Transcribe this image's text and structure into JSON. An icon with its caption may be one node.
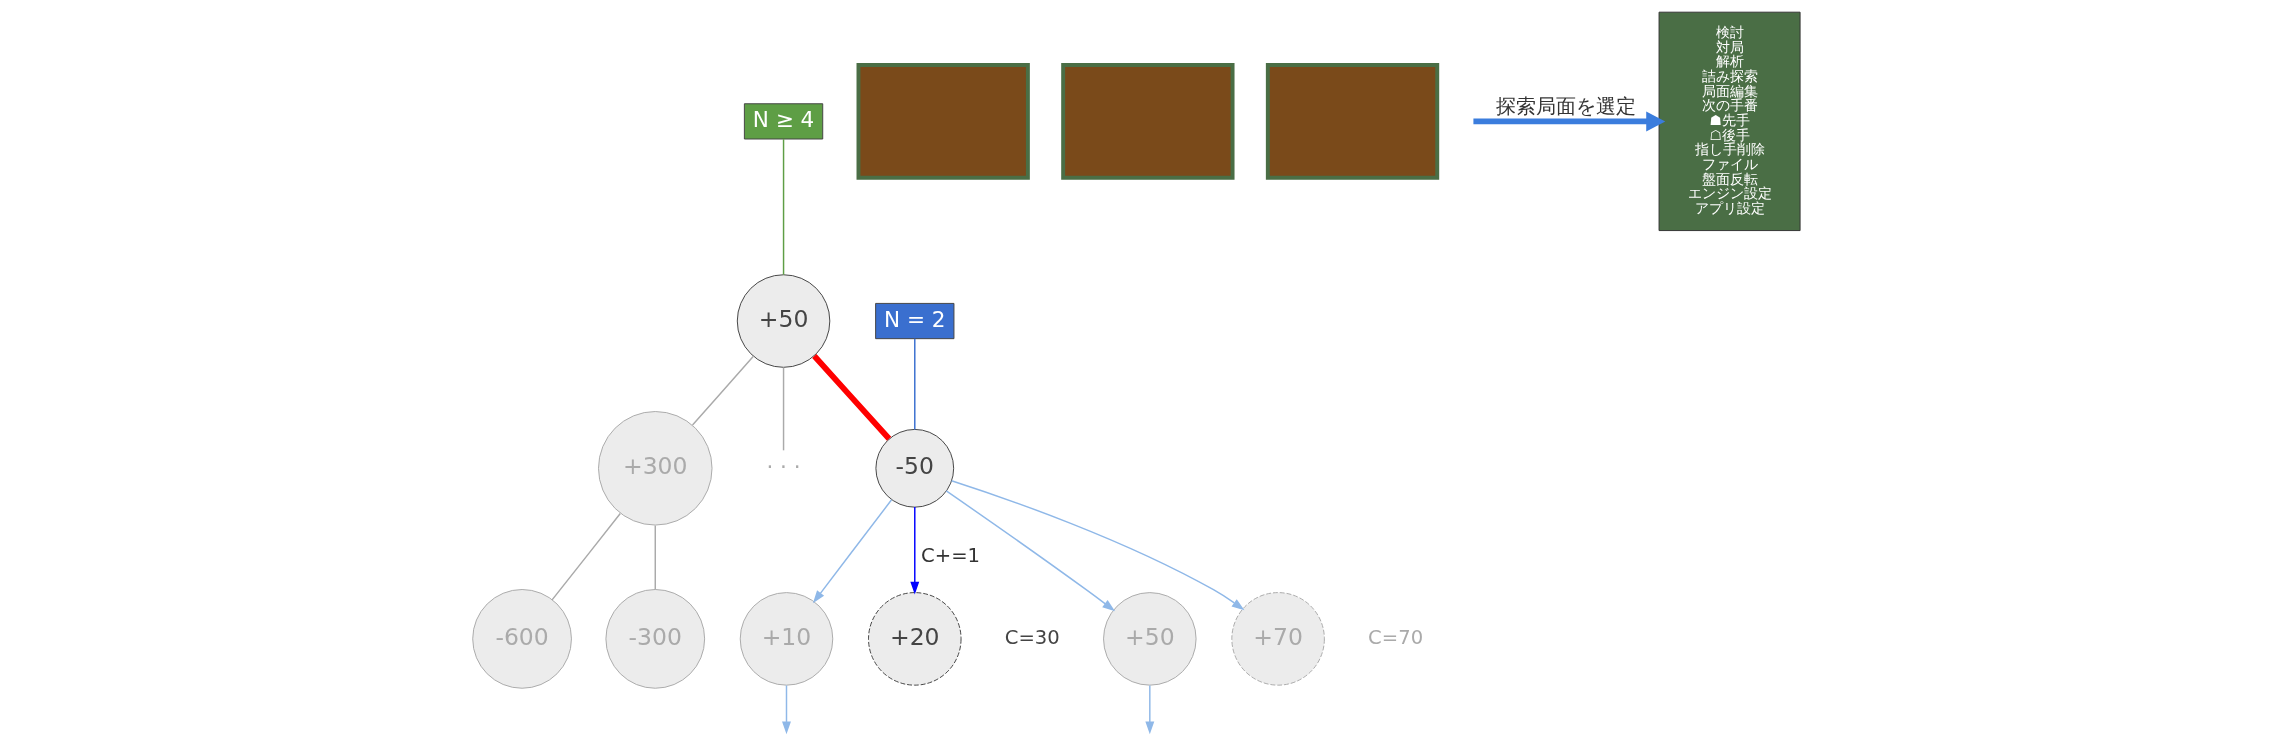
{
  "diagram": {
    "nodes": [
      {
        "text": [
          "N ≥ 4"
        ]
      },
      {
        "text": [
          "N = 2"
        ]
      },
      {
        "text": [
          "+50"
        ]
      },
      {
        "text": [
          "-50"
        ]
      },
      {
        "text": [
          "+300"
        ]
      },
      {
        "text": [
          "· · ·"
        ]
      },
      {
        "text": [
          "-600"
        ]
      },
      {
        "text": [
          "-300"
        ]
      },
      {
        "text": [
          "+10"
        ]
      },
      {
        "text": [
          "+20"
        ],
        "beside": [
          "C=30"
        ]
      },
      {
        "text": [
          "+50"
        ]
      },
      {
        "text": [
          "+70"
        ],
        "beside": [
          "C=70"
        ]
      },
      {
        "text": [],
        "shape": "box"
      },
      {
        "text": [],
        "shape": "box"
      },
      {
        "text": [],
        "shape": "box"
      },
      {
        "text": [
          "検討",
          "対局",
          "解析",
          "詰み探索",
          "局面編集",
          "次の手番",
          "☗先手",
          "☖後手",
          "指し手削除",
          "ファイル",
          "盤面反転",
          "エンジン設定",
          "アプリ設定"
        ]
      }
    ],
    "edges": [
      {
        "from": 0,
        "to": 2,
        "arrow": "none",
        "color": "#5e9e45"
      },
      {
        "from": 1,
        "to": 3,
        "arrow": "none",
        "color": "#3a6fcf"
      },
      {
        "from": 2,
        "to": 4,
        "arrow": "none"
      },
      {
        "from": 2,
        "to": 5,
        "arrow": "none"
      },
      {
        "from": 2,
        "to": 3,
        "arrow": "none",
        "style": "thick",
        "color": "#ff0000"
      },
      {
        "from": 4,
        "to": 6,
        "arrow": "none"
      },
      {
        "from": 4,
        "to": 7,
        "arrow": "none"
      },
      {
        "from": 3,
        "to": 8,
        "arrow": "to",
        "color": "#8fb8e8"
      },
      {
        "from": 3,
        "to": 9,
        "arrow": "to",
        "label": "C+=1",
        "color": "#0000ff"
      },
      {
        "from": 3,
        "to": 10,
        "arrow": "to",
        "color": "#8fb8e8"
      },
      {
        "from": 3,
        "to": 11,
        "arrow": "to",
        "color": "#8fb8e8"
      },
      {
        "from": 8,
        "to": null,
        "arrow": "to",
        "color": "#8fb8e8"
      },
      {
        "from": 10,
        "to": null,
        "arrow": "to",
        "color": "#8fb8e8"
      },
      {
        "from": null,
        "to": 15,
        "arrow": "to",
        "label": "探索局面を選定",
        "style": "thick",
        "color": "#3b7ddd"
      }
    ]
  }
}
